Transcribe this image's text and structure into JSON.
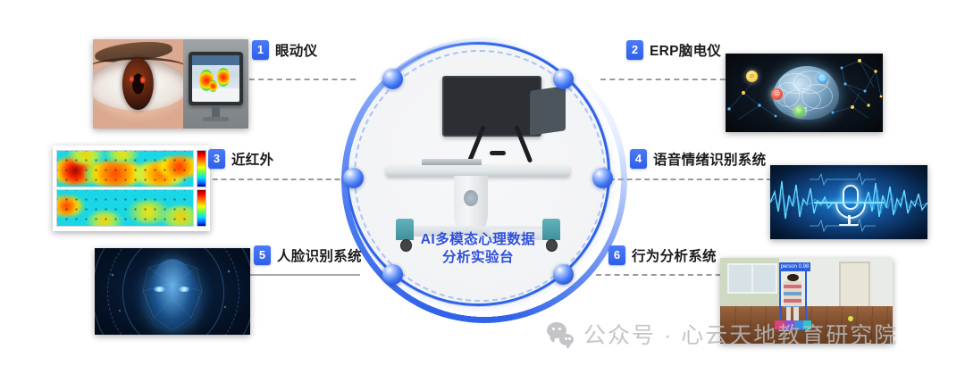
{
  "center": {
    "title_line1": "AI多模态心理数据",
    "title_line2": "分析实验台",
    "device_name": "workstation-cart",
    "accent_color": "#2f63e8",
    "title_color": "#2f4fd8"
  },
  "items": [
    {
      "number": "1",
      "label": "眼动仪",
      "image": "eye-tracker-photo"
    },
    {
      "number": "2",
      "label": "ERP脑电仪",
      "image": "brain-network-photo"
    },
    {
      "number": "3",
      "label": "近红外",
      "image": "fnirs-heatmap-photo"
    },
    {
      "number": "4",
      "label": "语音情绪识别系统",
      "image": "voice-waveform-photo"
    },
    {
      "number": "5",
      "label": "人脸识别系统",
      "image": "wireframe-face-photo"
    },
    {
      "number": "6",
      "label": "行为分析系统",
      "image": "room-person-detection-photo"
    }
  ],
  "watermark": {
    "icon": "wechat-icon",
    "text": "公众号 · 心云天地教育研究院",
    "color": "#b9bcbf"
  },
  "detection": {
    "box_tag": "person 0.98"
  },
  "colors": {
    "badge": "#2f5fe8",
    "connector": "#8a8a8a",
    "background": "#ffffff"
  }
}
